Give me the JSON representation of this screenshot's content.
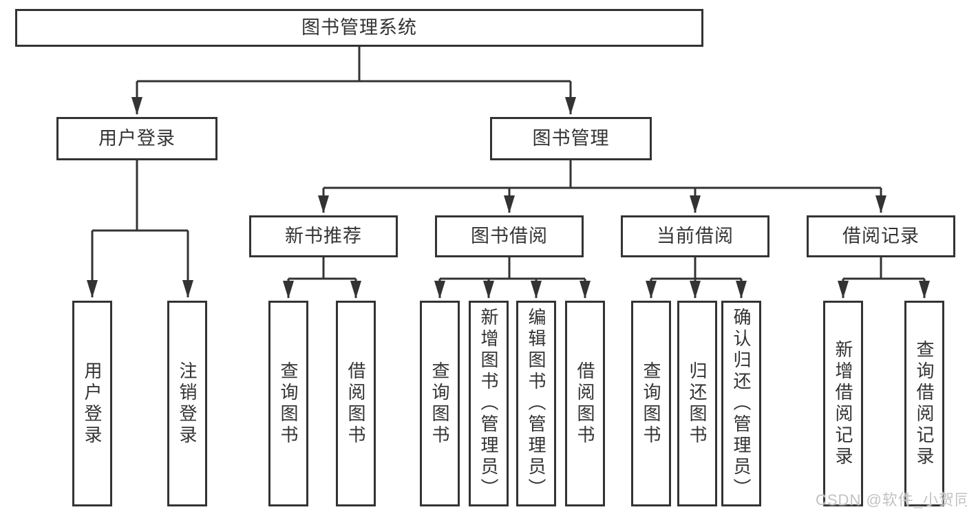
{
  "colors": {
    "line": "#333333",
    "box_border": "#333333",
    "background": "#ffffff",
    "watermark": "#c2c2c2"
  },
  "watermark": "CSDN @软件_小贺同学",
  "diagram": {
    "root": "图书管理系统",
    "user_branch": {
      "label": "用户登录",
      "children": [
        "用户登录",
        "注销登录"
      ]
    },
    "management_branch": {
      "label": "图书管理",
      "sections": [
        {
          "label": "新书推荐",
          "children": [
            "查询图书",
            "借阅图书"
          ]
        },
        {
          "label": "图书借阅",
          "children": [
            "查询图书",
            "新增图书（管理员）",
            "编辑图书（管理员）",
            "借阅图书"
          ]
        },
        {
          "label": "当前借阅",
          "children": [
            "查询图书",
            "归还图书",
            "确认归还（管理员）"
          ]
        },
        {
          "label": "借阅记录",
          "children": [
            "新增借阅记录",
            "查询借阅记录"
          ]
        }
      ]
    }
  }
}
